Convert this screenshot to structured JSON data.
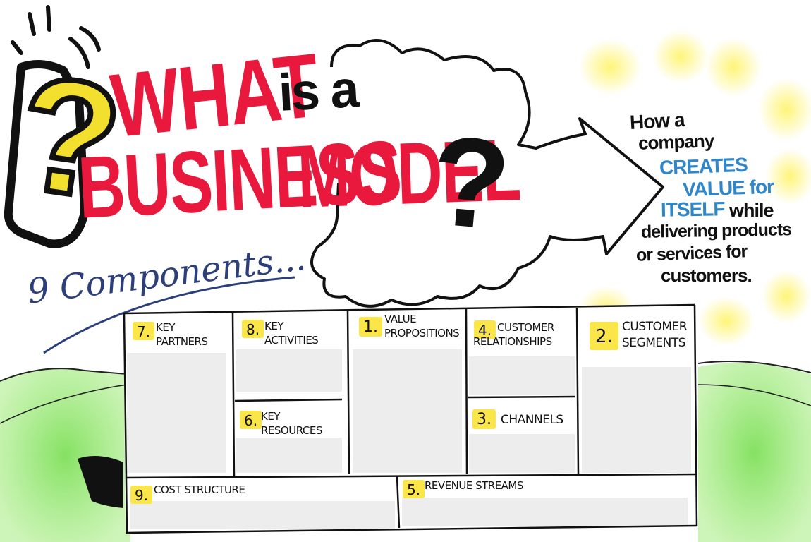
{
  "title": {
    "what": "WHAT",
    "is_a": "is a",
    "business": "BUSINESS",
    "model": "MODEL",
    "question": "?"
  },
  "definition": {
    "line1": "How a",
    "line2": "company",
    "line3": "CREATES",
    "line4": "VALUE for",
    "line5a": "ITSELF",
    "line5b": "while",
    "line6": "delivering products",
    "line7": "or services for",
    "line8": "customers."
  },
  "components_label": "9 Components...",
  "canvas": {
    "key_partners": {
      "num": "7.",
      "label": "KEY\nPARTNERS"
    },
    "key_activities": {
      "num": "8.",
      "label": "KEY\nACTIVITIES"
    },
    "key_resources": {
      "num": "6.",
      "label": "KEY\nRESOURCES"
    },
    "value_propositions": {
      "num": "1.",
      "label": "VALUE\nPROPOSITIONS"
    },
    "customer_relationships": {
      "num": "4.",
      "label": "CUSTOMER\nRELATIONSHIPS"
    },
    "channels": {
      "num": "3.",
      "label": "CHANNELS"
    },
    "customer_segments": {
      "num": "2.",
      "label": "CUSTOMER\nSEGMENTS"
    },
    "cost_structure": {
      "num": "9.",
      "label": "COST STRUCTURE"
    },
    "revenue_streams": {
      "num": "5.",
      "label": "REVENUE STREAMS"
    }
  },
  "colors": {
    "title_red": "#e8193c",
    "highlight_yellow": "#fbe64a",
    "blue_text": "#2f86c8",
    "hill_green": "#8ee36a"
  }
}
